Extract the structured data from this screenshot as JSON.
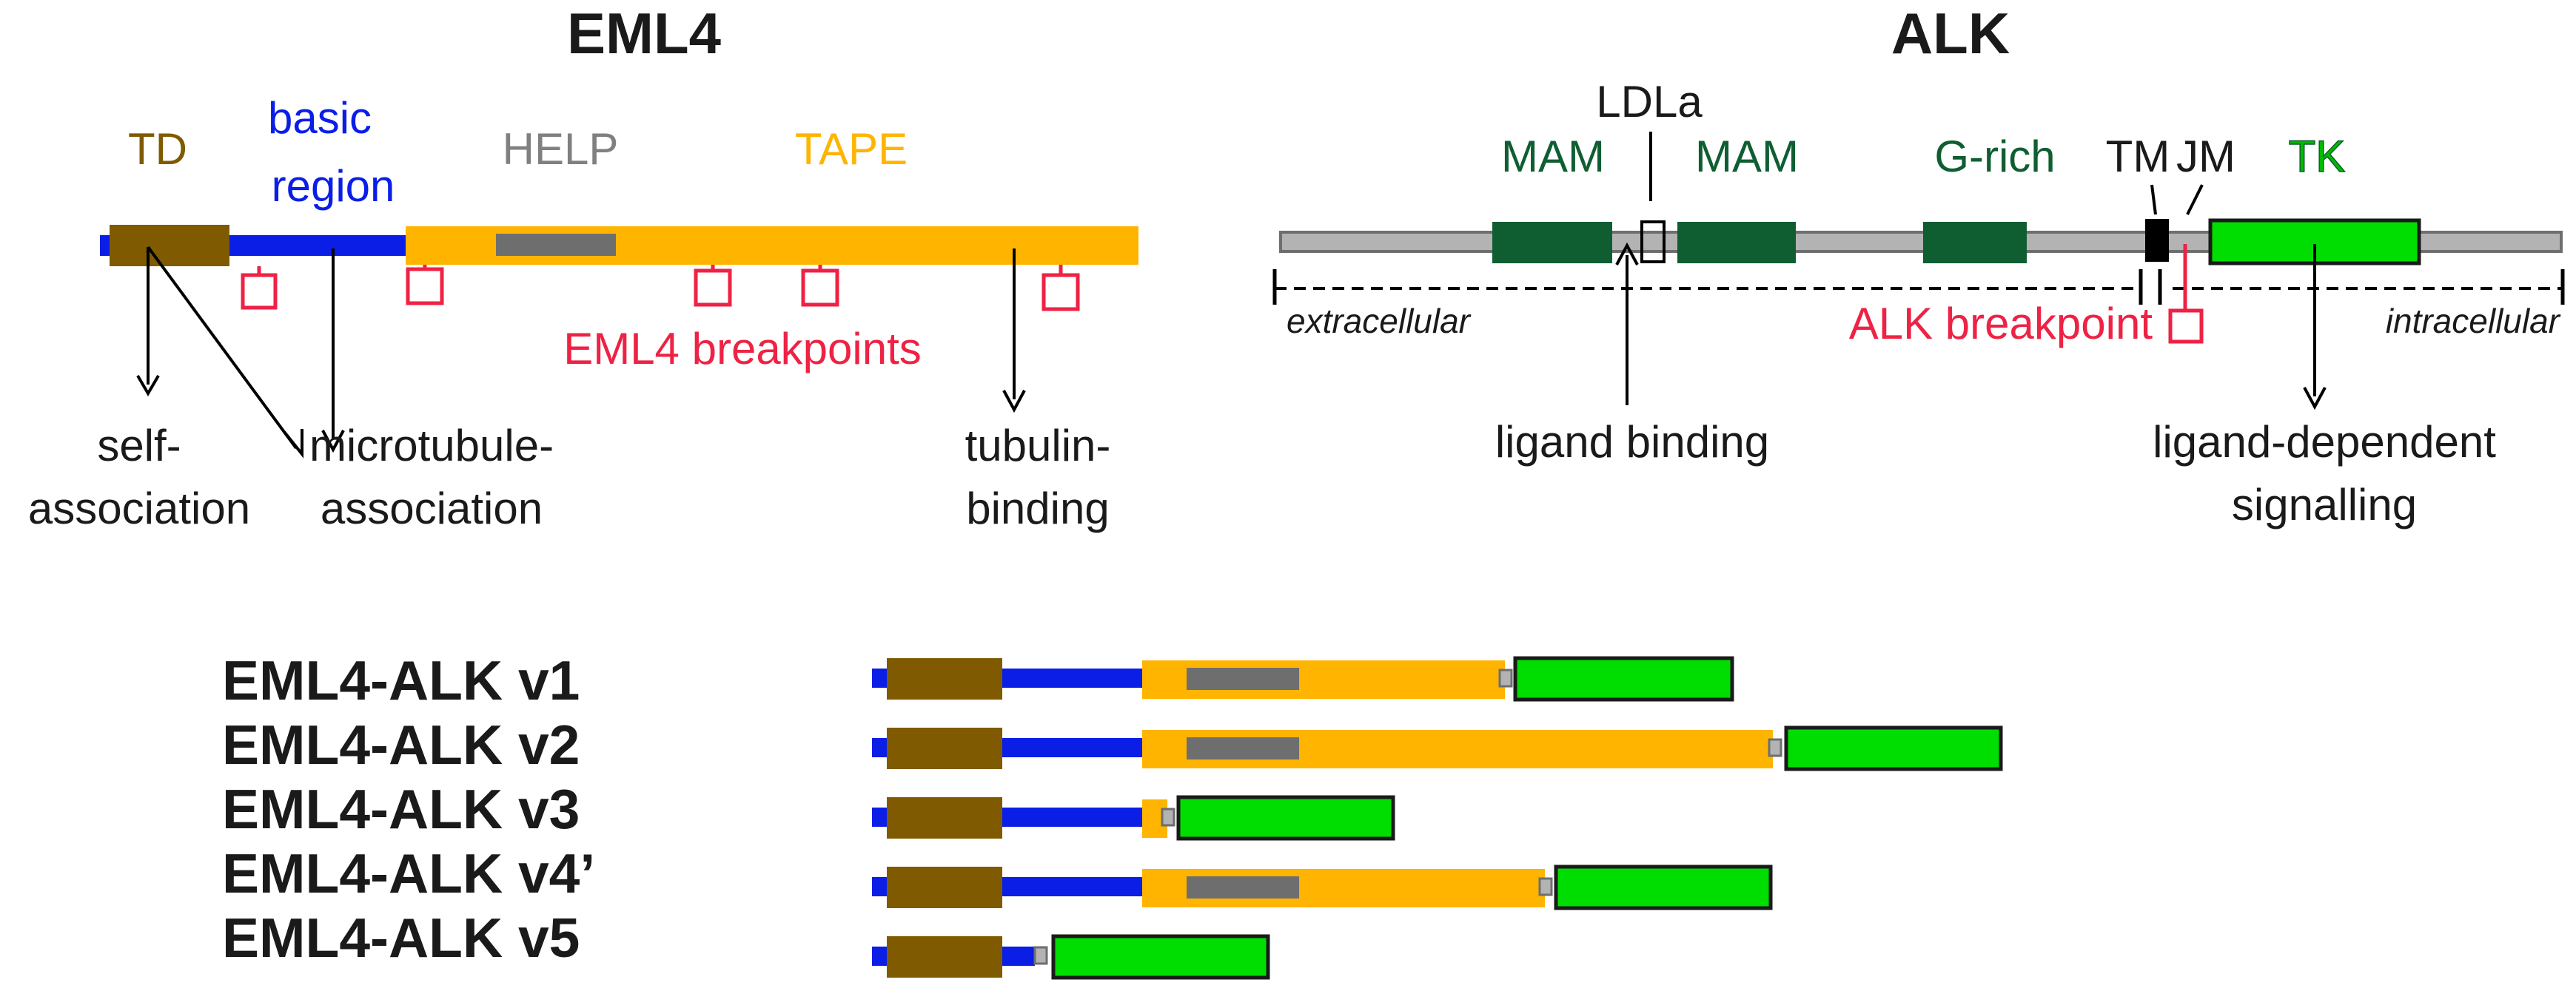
{
  "eml4": {
    "title": "EML4",
    "domains": {
      "td": "TD",
      "basic_1": "basic",
      "basic_2": "region",
      "help": "HELP",
      "tape": "TAPE"
    },
    "breakpoints_label": "EML4 breakpoints",
    "functions": {
      "self_1": "self-",
      "self_2": "association",
      "micro_1": "microtubule-",
      "micro_2": "association",
      "tubulin_1": "tubulin-",
      "tubulin_2": "binding"
    }
  },
  "alk": {
    "title": "ALK",
    "domains": {
      "ldla": "LDLa",
      "mam1": "MAM",
      "mam2": "MAM",
      "grich": "G-rich",
      "tm": "TM",
      "jm": "JM",
      "tk": "TK"
    },
    "extracellular": "extracellular",
    "intracellular": "intracellular",
    "breakpoint_label": "ALK breakpoint",
    "functions": {
      "ligand_binding": "ligand binding",
      "signalling_1": "ligand-dependent",
      "signalling_2": "signalling"
    }
  },
  "variants": [
    {
      "name": "EML4-ALK v1"
    },
    {
      "name": "EML4-ALK v2"
    },
    {
      "name": "EML4-ALK v3"
    },
    {
      "name": "EML4-ALK v4’"
    },
    {
      "name": "EML4-ALK v5"
    }
  ],
  "colors": {
    "td": "#7f5a00",
    "basic": "#0a1ee6",
    "tape": "#ffb400",
    "help": "#6e6e6e",
    "mam": "#0f5e32",
    "tk": "#00dd00",
    "breakpoint": "#ee2244",
    "alk_gray": "#b3b3b3"
  }
}
